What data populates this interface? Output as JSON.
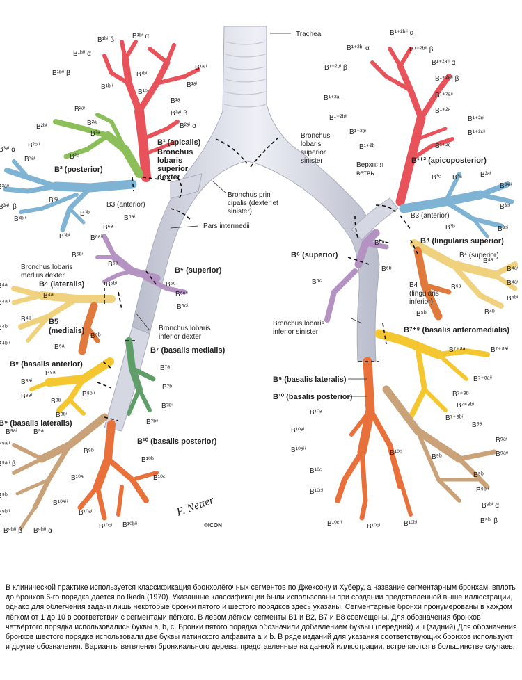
{
  "labels": {
    "trachea": "Trachea",
    "bronchus_principalis": "Bronchus prin\ncipalis (dexter et\nsinister)",
    "pars_intermedia": "Pars intermedii",
    "right_upper_lobe_bronchus": "Bronchus\nlobaris\nsuperior\ndexter",
    "right_middle_lobe_bronchus": "Bronchus lobaris\nmedius dexter",
    "right_lower_lobe_bronchus": "Bronchus lobaris\ninferior dexter",
    "left_upper_lobe_bronchus": "Bronchus\nlobaris\nsuperior\nsinister",
    "left_lower_lobe_bronchus": "Bronchus lobaris\ninferior sinister",
    "verkhnyaya_vetv": "Верхняя\nветвь",
    "b1_apicalis": "B¹ (apicalis)",
    "b2_posterior": "B² (posterior)",
    "b3_anterior_right": "B3 (anterior)",
    "b4_lateralis": "B⁴ (lateralis)",
    "b5_medialis": "B5\n(medialis)",
    "b6_superior_right": "B⁶ (superior)",
    "b7_basalis_medialis": "B⁷ (basalis medialis)",
    "b8_basalis_anterior": "B⁸ (basalis anterior)",
    "b9_basalis_lateralis_right": "B⁹ (basalis lateralis)",
    "b10_basalis_posterior_right": "B¹⁰ (basalis posterior)",
    "b12_apicoposterior": "B¹⁺² (apicoposterior)",
    "b3_anterior_left": "B3 (anterior)",
    "b4_lingularis_superior": "B⁴ (lingularis superior)",
    "b4_superior_left": "B⁴ (superior)",
    "b4_lingularis_inferior": "B4\n(lingularis\ninferior)",
    "b6_superior_left": "B⁶ (superior)",
    "b78_basalis_anteromedialis": "B⁷⁺⁸ (basalis anteromedialis)",
    "b9_basalis_lateralis_left": "B⁹ (basalis lateralis)",
    "b10_basalis_posterior_left": "B¹⁰ (basalis posterior)"
  },
  "segment_labels_right": [
    "B¹ᵇⁱ β",
    "B¹ᵇⁱ α",
    "B¹ᵇⁱⁱ α",
    "B¹ᵇⁱⁱ β",
    "B¹ᵇⁱ",
    "B¹ᵃⁱⁱ",
    "B¹ᵃⁱ",
    "B¹ᵇⁱⁱ",
    "B¹ᵇ",
    "B¹ᵃ",
    "B²ᵃⁱⁱ",
    "B²ᵃⁱ β",
    "B²ᵃⁱ",
    "B²ᵃⁱ α",
    "B²ᵇⁱ",
    "B²ᵃ",
    "B²ᵇⁱⁱ",
    "B²ᵇ",
    "B³ᵃⁱ α",
    "B³ᵃⁱ",
    "B³ᵃⁱⁱ",
    "B³ᵃⁱⁱ β",
    "B³ᵃ",
    "B³ᵇ",
    "B³ᵇⁱⁱ",
    "B³ᵇⁱ",
    "B⁶ᵃⁱ",
    "B⁶ᵃ",
    "B⁶ᵃⁱⁱ",
    "B⁶ᵇⁱ",
    "B⁶ᵇ",
    "B⁶ᵇⁱⁱ",
    "B⁶ᶜ",
    "B⁶ᶜⁱⁱ",
    "B⁶ᶜⁱ",
    "B⁴ᵃⁱ",
    "B⁴ᵃ",
    "B⁴ᵃⁱⁱ",
    "B⁴ᵇ",
    "B⁴ᵇⁱ",
    "B⁴ᵇⁱⁱ",
    "B⁵ᵇ",
    "B⁵ᵃ",
    "B⁷ᵃ",
    "B⁷ᵇ",
    "B⁷ᵇⁱ",
    "B⁷ᵇⁱⁱ",
    "B⁸ᵃⁱ",
    "B⁸ᵃ",
    "B⁸ᵃⁱⁱ",
    "B⁸ᵇ",
    "B⁸ᵇⁱ",
    "B⁸ᵇⁱⁱ",
    "B⁹ᵃⁱ",
    "B⁹ᵃ",
    "B⁹ᵃⁱⁱ",
    "B⁹ᵇ",
    "B⁹ᵃⁱⁱ β",
    "B⁹ᵇⁱ",
    "B⁹ᵇⁱⁱ",
    "B⁹ᵇⁱⁱ β",
    "B⁹ᵇⁱⁱ α",
    "B¹⁰ᵇ",
    "B¹⁰ᵃ",
    "B¹⁰ᶜ",
    "B¹⁰ᵃⁱⁱ",
    "B¹⁰ᵃⁱ",
    "B¹⁰ᵇⁱ",
    "B¹⁰ᵇⁱⁱ"
  ],
  "segment_labels_left": [
    "B¹⁺²ᵇⁱⁱ α",
    "B¹⁺²ᵇⁱ α",
    "B¹⁺²ᵇⁱⁱ β",
    "B¹⁺²ᵇⁱ β",
    "B¹⁺²ᵃⁱⁱ α",
    "B¹⁺²ᵃⁱⁱ β",
    "B¹⁺²ᵃⁱ",
    "B¹⁺²ᵃⁱⁱ",
    "B¹⁺²ᵃ",
    "B¹⁺²ᵇⁱⁱ",
    "B¹⁺²ᶜⁱ",
    "B¹⁺²ᵇⁱ",
    "B¹⁺²ᶜⁱⁱ",
    "B¹⁺²ᵇ",
    "B¹⁺²ᶜ",
    "B³ᶜ",
    "B³ᵃ",
    "B³ᵃⁱ",
    "B³ᵃⁱⁱ",
    "B³ᵇⁱ",
    "B³ᵇ",
    "B³ᵇⁱⁱ",
    "B⁶ᵃ",
    "B⁶ᵇ",
    "B⁶ᶜ",
    "B⁴ᵃ",
    "B⁴ᵃⁱ",
    "B⁴ᵃⁱⁱ",
    "B⁵ᵃ",
    "B⁴ᵇⁱ",
    "B⁵ᵇ",
    "B⁴ᵇ",
    "B⁷⁺⁸ᵃ",
    "B⁷⁺⁸ᵃⁱ",
    "B⁷⁺⁸ᵃⁱⁱ",
    "B⁷⁺⁸ᵇ",
    "B⁷⁺⁸ᵇⁱ",
    "B⁷⁺⁸ᵇⁱⁱ",
    "B⁹ᵃ",
    "B⁹ᵃⁱ",
    "B⁹ᵃⁱⁱ",
    "B⁹ᵇ",
    "B⁹ᵇⁱ",
    "B⁹ᵇⁱⁱ",
    "B⁹ᵇⁱ α",
    "B⁹ᵇⁱ β",
    "B¹⁰ᵃ",
    "B¹⁰ᵃⁱ",
    "B¹⁰ᵃⁱⁱ",
    "B¹⁰ᵇ",
    "B¹⁰ᶜ",
    "B¹⁰ᶜⁱ",
    "B¹⁰ᶜⁱⁱ",
    "B¹⁰ᵇⁱⁱ",
    "B¹⁰ᵇⁱ"
  ],
  "signature": "F. Netter",
  "publisher_mark": "©ICON",
  "caption": "В клинической практике используется классификация бронхолёгочных сегментов по  Джексону и Хуберу, а название сегментарным бронхам, вплоть до бронхов 6-го порядка дается по Ikeda (1970). Указанные классификации были использованы при создании представленной выше иллюстрации, однако для облегчения задачи лишь некоторые бронхи пятого и шестого порядков здесь указаны. Сегментарные бронхи пронумерованы в каждом лёгком от 1 до 10 в соответствии с сегментами пёгкого. В левом лёгком сегменты B1 и B2, B7 и B8 совмещены. Для обозначения бронхов четвёртого порядка использовались буквы a, b, c. Бронхи пятого порядка обозначили добавлением  буквы i (передний) и ii (задний) Для обозначения бронхов шестого порядка использовали две буквы латинского алфавита a и b. В ряде изданий для указания соответствующих бронхов используют и другие обозначения. Варианты ветвления бронхиального дерева, представленные на данной иллюстрации, встречаются в большинстве случаев.",
  "colors": {
    "trachea": "#dcdde6",
    "apical_red": "#e8525a",
    "posterior_green": "#8cbf5a",
    "anterior_blue": "#7fb3d3",
    "superior_lilac": "#b493c2",
    "lateral_cream": "#f0d27e",
    "medial_orange": "#e07a3c",
    "basal_medial_green": "#5f9e68",
    "basal_anterior_yellow": "#f4c730",
    "basal_lateral_tan": "#c9a27a",
    "basal_posterior_orange": "#e8703a"
  }
}
